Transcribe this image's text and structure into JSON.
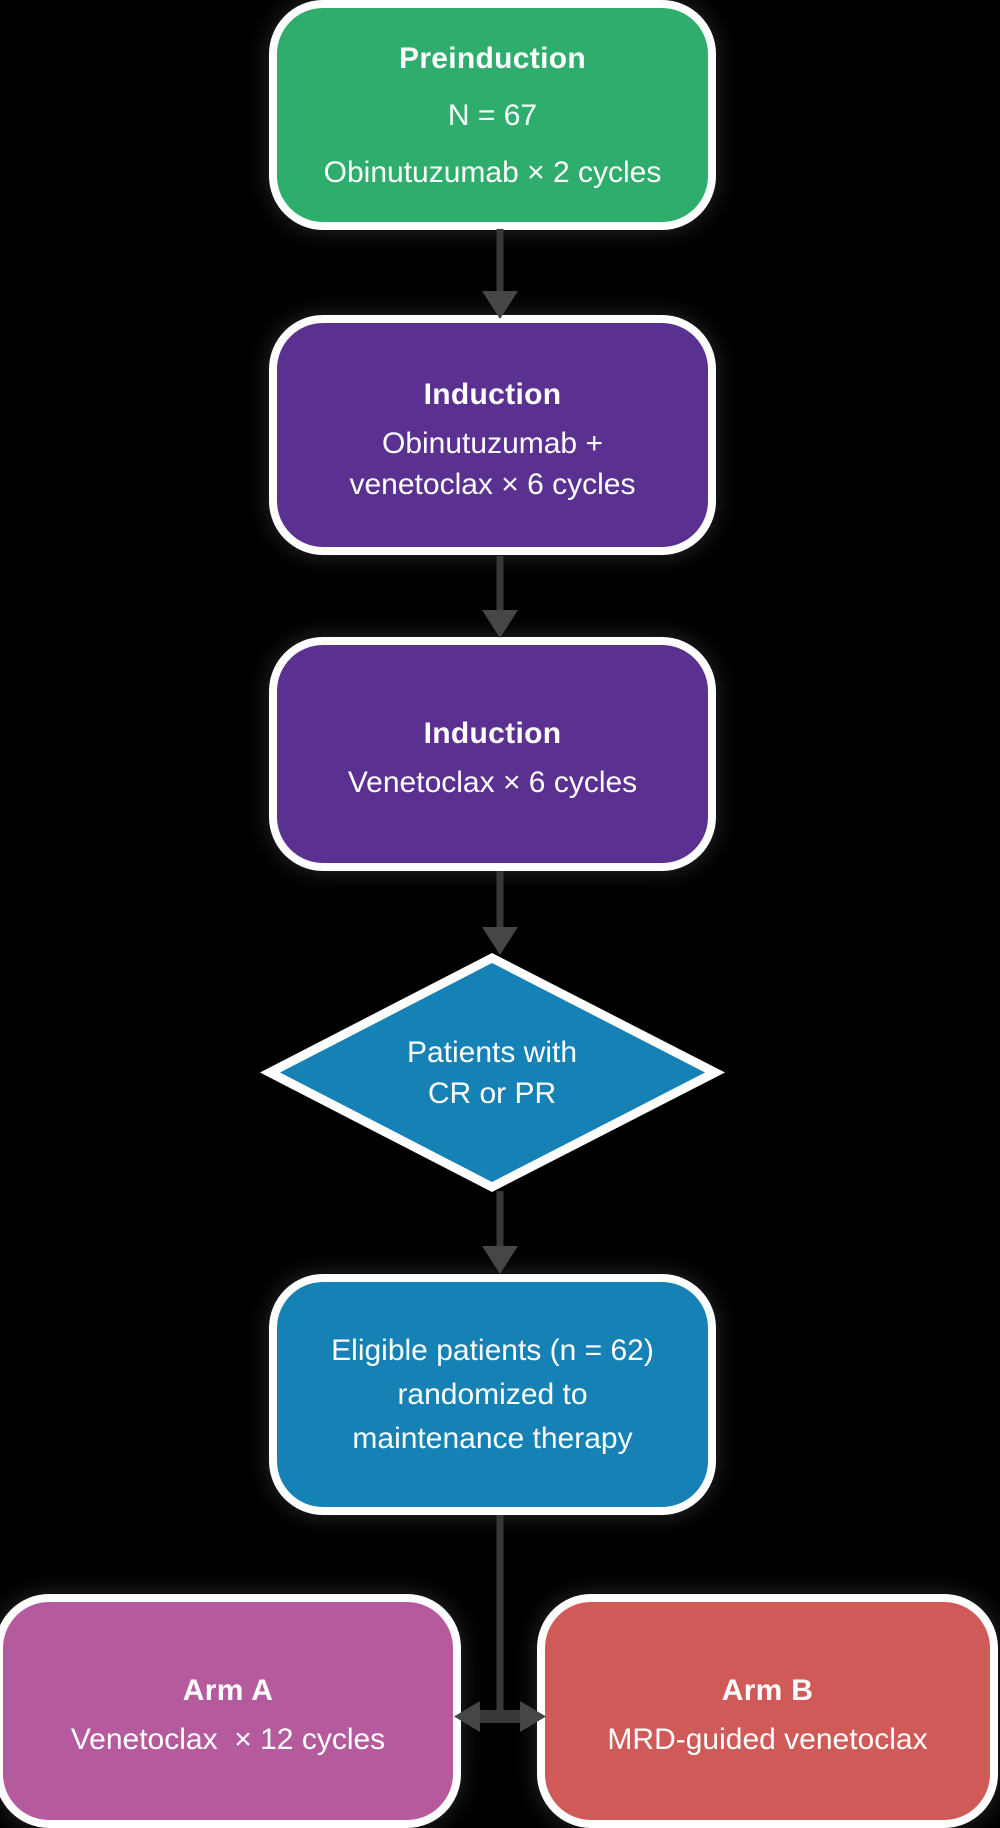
{
  "figure": {
    "type": "flowchart",
    "background": "#000000"
  },
  "colors": {
    "preinduction_fill": "#2fad6d",
    "induction_fill": "#5a3191",
    "decision_fill": "#1581b4",
    "randomization_fill": "#1581b4",
    "arm_a_fill": "#b55b9d",
    "arm_b_fill": "#d05a57",
    "node_outline": "#ffffff",
    "text": "#ffffff",
    "arrow_line": "#383838",
    "arrow_head": "#464646"
  },
  "nodes": {
    "preinduction": {
      "title": "Preinduction",
      "lines": [
        "N = 67",
        "Obinutuzumab × 2 cycles"
      ]
    },
    "induction_combo": {
      "title": "Induction",
      "lines": [
        "Obinutuzumab +",
        "venetoclax × 6 cycles"
      ]
    },
    "induction_mono": {
      "title": "Induction",
      "lines": [
        "Venetoclax × 6 cycles"
      ]
    },
    "decision": {
      "lines": [
        "Patients with",
        "CR or PR"
      ]
    },
    "randomization": {
      "lines": [
        "Eligible patients (n = 62)",
        "randomized to",
        "maintenance therapy"
      ]
    },
    "arm_a": {
      "title": "Arm A",
      "lines": [
        "Venetoclax  × 12 cycles"
      ]
    },
    "arm_b": {
      "title": "Arm B",
      "lines": [
        "MRD-guided venetoclax"
      ]
    }
  }
}
